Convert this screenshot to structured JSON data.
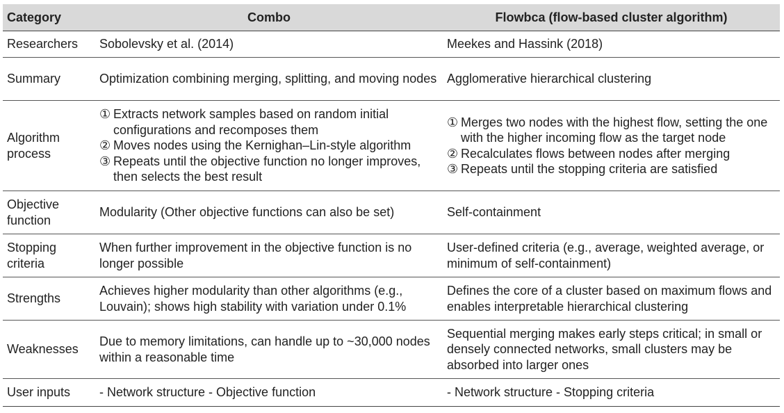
{
  "header": {
    "category": "Category",
    "combo": "Combo",
    "flowbca": "Flowbca (flow-based cluster algorithm)"
  },
  "rows": [
    {
      "category": "Researchers",
      "combo": "Sobolevsky et al. (2014)",
      "flowbca": "Meekes and Hassink (2018)"
    },
    {
      "category": "Summary",
      "combo": "Optimization combining merging, splitting, and moving nodes",
      "flowbca": "Agglomerative hierarchical clustering"
    },
    {
      "category": "Algorithm process",
      "combo_steps": [
        {
          "num": "①",
          "text": "Extracts network samples based on random initial configurations and recomposes them"
        },
        {
          "num": "②",
          "text": "Moves nodes using the Kernighan–Lin-style algorithm"
        },
        {
          "num": "③",
          "text": "Repeats until the objective function no longer improves, then selects the best result"
        }
      ],
      "flowbca_steps": [
        {
          "num": "①",
          "text": "Merges two nodes with the highest flow, setting the one with the higher incoming flow as the target node"
        },
        {
          "num": "②",
          "text": "Recalculates flows between nodes after merging"
        },
        {
          "num": "③",
          "text": "Repeats until the stopping criteria are satisfied"
        }
      ]
    },
    {
      "category": "Objective function",
      "combo": "Modularity (Other objective functions can also be set)",
      "flowbca": "Self-containment"
    },
    {
      "category": "Stopping criteria",
      "combo": "When further improvement in the objective function is no longer possible",
      "flowbca": "User-defined criteria (e.g., average, weighted average, or minimum of self-containment)"
    },
    {
      "category": "Strengths",
      "combo": "Achieves higher modularity than other algorithms (e.g., Louvain); shows high stability with variation under 0.1%",
      "flowbca": "Defines the core of a cluster based on maximum flows and enables interpretable hierarchical clustering"
    },
    {
      "category": "Weaknesses",
      "combo": "Due to memory limitations, can handle up to ~30,000 nodes within a reasonable time",
      "flowbca": "Sequential merging makes early steps critical; in small or densely connected networks, small clusters may be absorbed into larger ones"
    },
    {
      "category": "User inputs",
      "combo": "- Network structure - Objective function",
      "flowbca": "- Network structure - Stopping criteria"
    }
  ],
  "colors": {
    "header_bg": "#d9d9d9",
    "rule": "#555555",
    "text": "#222222"
  }
}
